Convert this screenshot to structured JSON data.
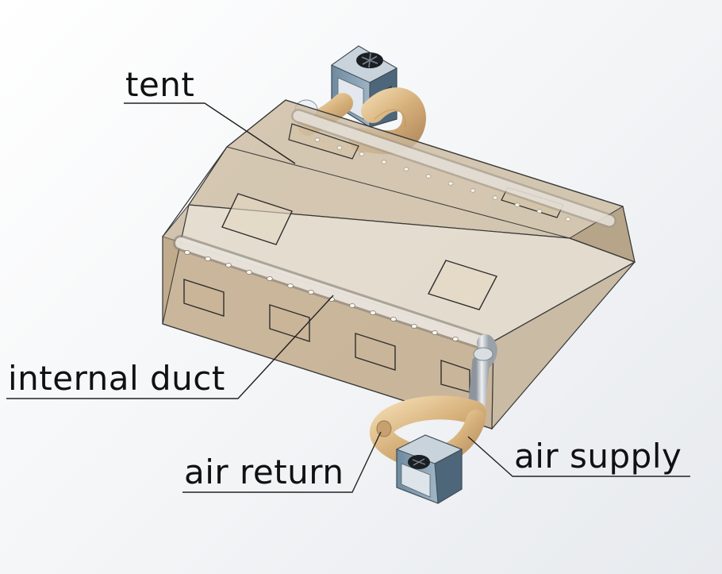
{
  "labels": {
    "tent": "tent",
    "internal_duct": "internal duct",
    "air_return": "air return",
    "air_supply": "air supply"
  },
  "colors": {
    "tent_fill": "#c8b496",
    "tent_edge": "#3a3a3a",
    "duct": "#ece6dc",
    "flex_hose": "#d9b98a",
    "unit_body": "#7f98ad",
    "leader_line": "#222222"
  },
  "icons": [
    "fan-icon"
  ]
}
